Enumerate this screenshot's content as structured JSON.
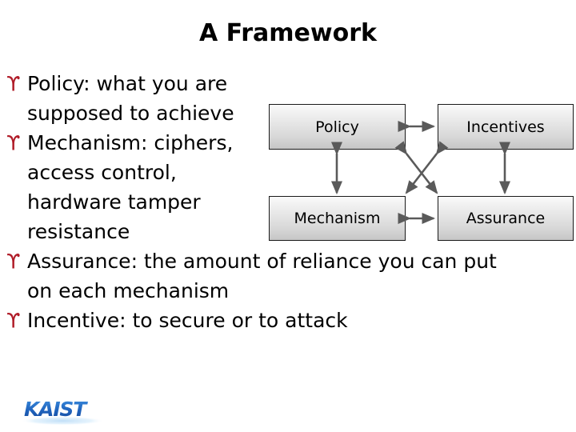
{
  "slide": {
    "title": "A Framework",
    "bullet_glyph": "ϒ",
    "bullet_color": "#b01c28",
    "background_color": "#ffffff",
    "text_color": "#000000"
  },
  "body_lines": [
    {
      "bullet": true,
      "text": "Policy: what you are"
    },
    {
      "bullet": false,
      "text": "supposed to achieve"
    },
    {
      "bullet": true,
      "text": "Mechanism: ciphers,"
    },
    {
      "bullet": false,
      "text": "access control,"
    },
    {
      "bullet": false,
      "text": "hardware tamper"
    },
    {
      "bullet": false,
      "text": "resistance"
    },
    {
      "bullet": true,
      "text": "Assurance: the amount of reliance you can put"
    },
    {
      "bullet": false,
      "text": "on each mechanism"
    },
    {
      "bullet": true,
      "text": "Incentive: to secure or to attack"
    }
  ],
  "diagram": {
    "type": "block-diagram",
    "node_fill_top": "#fbfbfb",
    "node_fill_bottom": "#c6c6c6",
    "node_border_color": "#1a1a1a",
    "arrow_color": "#5a5a5a",
    "nodes": [
      {
        "id": "policy",
        "label": "Policy"
      },
      {
        "id": "incentives",
        "label": "Incentives"
      },
      {
        "id": "mechanism",
        "label": "Mechanism"
      },
      {
        "id": "assurance",
        "label": "Assurance"
      }
    ],
    "connectors": [
      {
        "from": "policy",
        "to": "incentives",
        "style": "double-arrow",
        "orientation": "horizontal"
      },
      {
        "from": "mechanism",
        "to": "assurance",
        "style": "double-arrow",
        "orientation": "horizontal"
      },
      {
        "from": "policy",
        "to": "mechanism",
        "style": "double-arrow",
        "orientation": "vertical"
      },
      {
        "from": "incentives",
        "to": "assurance",
        "style": "double-arrow",
        "orientation": "vertical"
      },
      {
        "from": "policy",
        "to": "assurance",
        "style": "double-arrow",
        "orientation": "diagonal"
      },
      {
        "from": "incentives",
        "to": "mechanism",
        "style": "double-arrow",
        "orientation": "diagonal"
      }
    ]
  },
  "logo": {
    "name": "KAIST",
    "text": "KAIST",
    "color_dark": "#1957b0",
    "color_light": "#3d8fe0",
    "swoosh_color": "#cfe4f7"
  }
}
